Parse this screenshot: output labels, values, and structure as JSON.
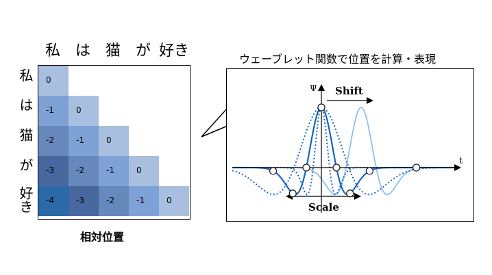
{
  "matrix": {
    "columns": [
      "私",
      "は",
      "猫",
      "が",
      "好き"
    ],
    "rows": [
      "私",
      "は",
      "猫",
      "が",
      "好き"
    ],
    "cells": [
      [
        "0"
      ],
      [
        "-1",
        "0"
      ],
      [
        "-2",
        "-1",
        "0"
      ],
      [
        "-3",
        "-2",
        "-1",
        "0"
      ],
      [
        "-4",
        "-3",
        "-2",
        "-1",
        "0"
      ]
    ],
    "colors": {
      "0": "#a9bfe0",
      "-1": "#7ea2d6",
      "-2": "#6688bb",
      "-3": "#46689f",
      "-4": "#2a6aa8"
    },
    "x_title": "相対位置"
  },
  "wavelet": {
    "title": "ウェーブレット関数で位置を計算・表現",
    "psi_label": "Ψ",
    "t_label": "t",
    "shift_label": "Shift",
    "scale_label": "Scale",
    "colors": {
      "dark": "#1565c0",
      "dotted": "#1e63b8",
      "light": "#8ec0ea"
    }
  }
}
